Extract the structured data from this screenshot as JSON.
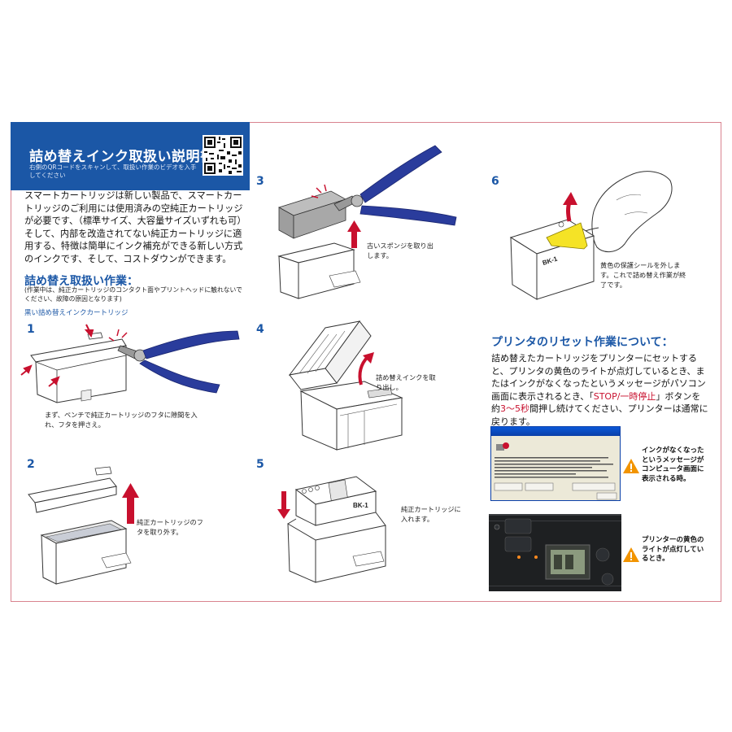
{
  "header": {
    "title": "詰め替えインク取扱い説明書",
    "qr_note": "右側のQRコードをスキャンして、取扱い作業のビデオを入手してください"
  },
  "intro": "スマートカートリッジは新しい製品で、スマートカートリッジのご利用には使用済みの空純正カートリッジが必要です、（標準サイズ、大容量サイズいずれも可）そして、内部を改造されてない純正カートリッジに適用する、特徴は簡単にインク補充ができる新しい方式のインクです、そして、コストダウンができます。",
  "section": {
    "title": "詰め替え取扱い作業：",
    "note": "(作業中は、純正カートリッジのコンタクト面やプリントヘッドに触れないでください、故障の原因となります)",
    "subtitle": "黒い詰め替えインクカートリッジ"
  },
  "steps": [
    {
      "num": "1",
      "caption": "まず、ペンチで純正カートリッジのフタに隙間を入れ、フタを押さえ。"
    },
    {
      "num": "2",
      "caption": "純正カートリッジのフタを取り外す。"
    },
    {
      "num": "3",
      "caption": "古いスポンジを取り出します。"
    },
    {
      "num": "4",
      "caption": "詰め替えインクを取り出し。"
    },
    {
      "num": "5",
      "caption": "純正カートリッジに入れます。"
    },
    {
      "num": "6",
      "caption": "黄色の保護シールを外します。これで詰め替え作業が終了です。"
    }
  ],
  "cartridge_label": "BK-1",
  "reset": {
    "title": "プリンタのリセット作業について：",
    "text_part1": "詰め替えたカートリッジをプリンターにセットすると、プリンタの黄色のライトが点灯しているとき、またはインクがなくなったというメッセージがパソコン画面に表示されるとき、「",
    "text_stop": "STOP/一時停止",
    "text_part2": "」ボタンを約",
    "text_seconds": "3～5秒",
    "text_part3": "間押し続けてください、プリンターは通常に戻ります。",
    "warning1": "インクがなくなったというメッセージがコンピュータ画面に表示される時。",
    "warning2": "プリンターの黄色のライトが点灯しているとき。"
  },
  "colors": {
    "brand_blue": "#1b57a6",
    "handle_blue": "#2a3c9c",
    "arrow_red": "#c8102e",
    "warning_orange": "#f29400",
    "sticker_yellow": "#f5e326"
  }
}
